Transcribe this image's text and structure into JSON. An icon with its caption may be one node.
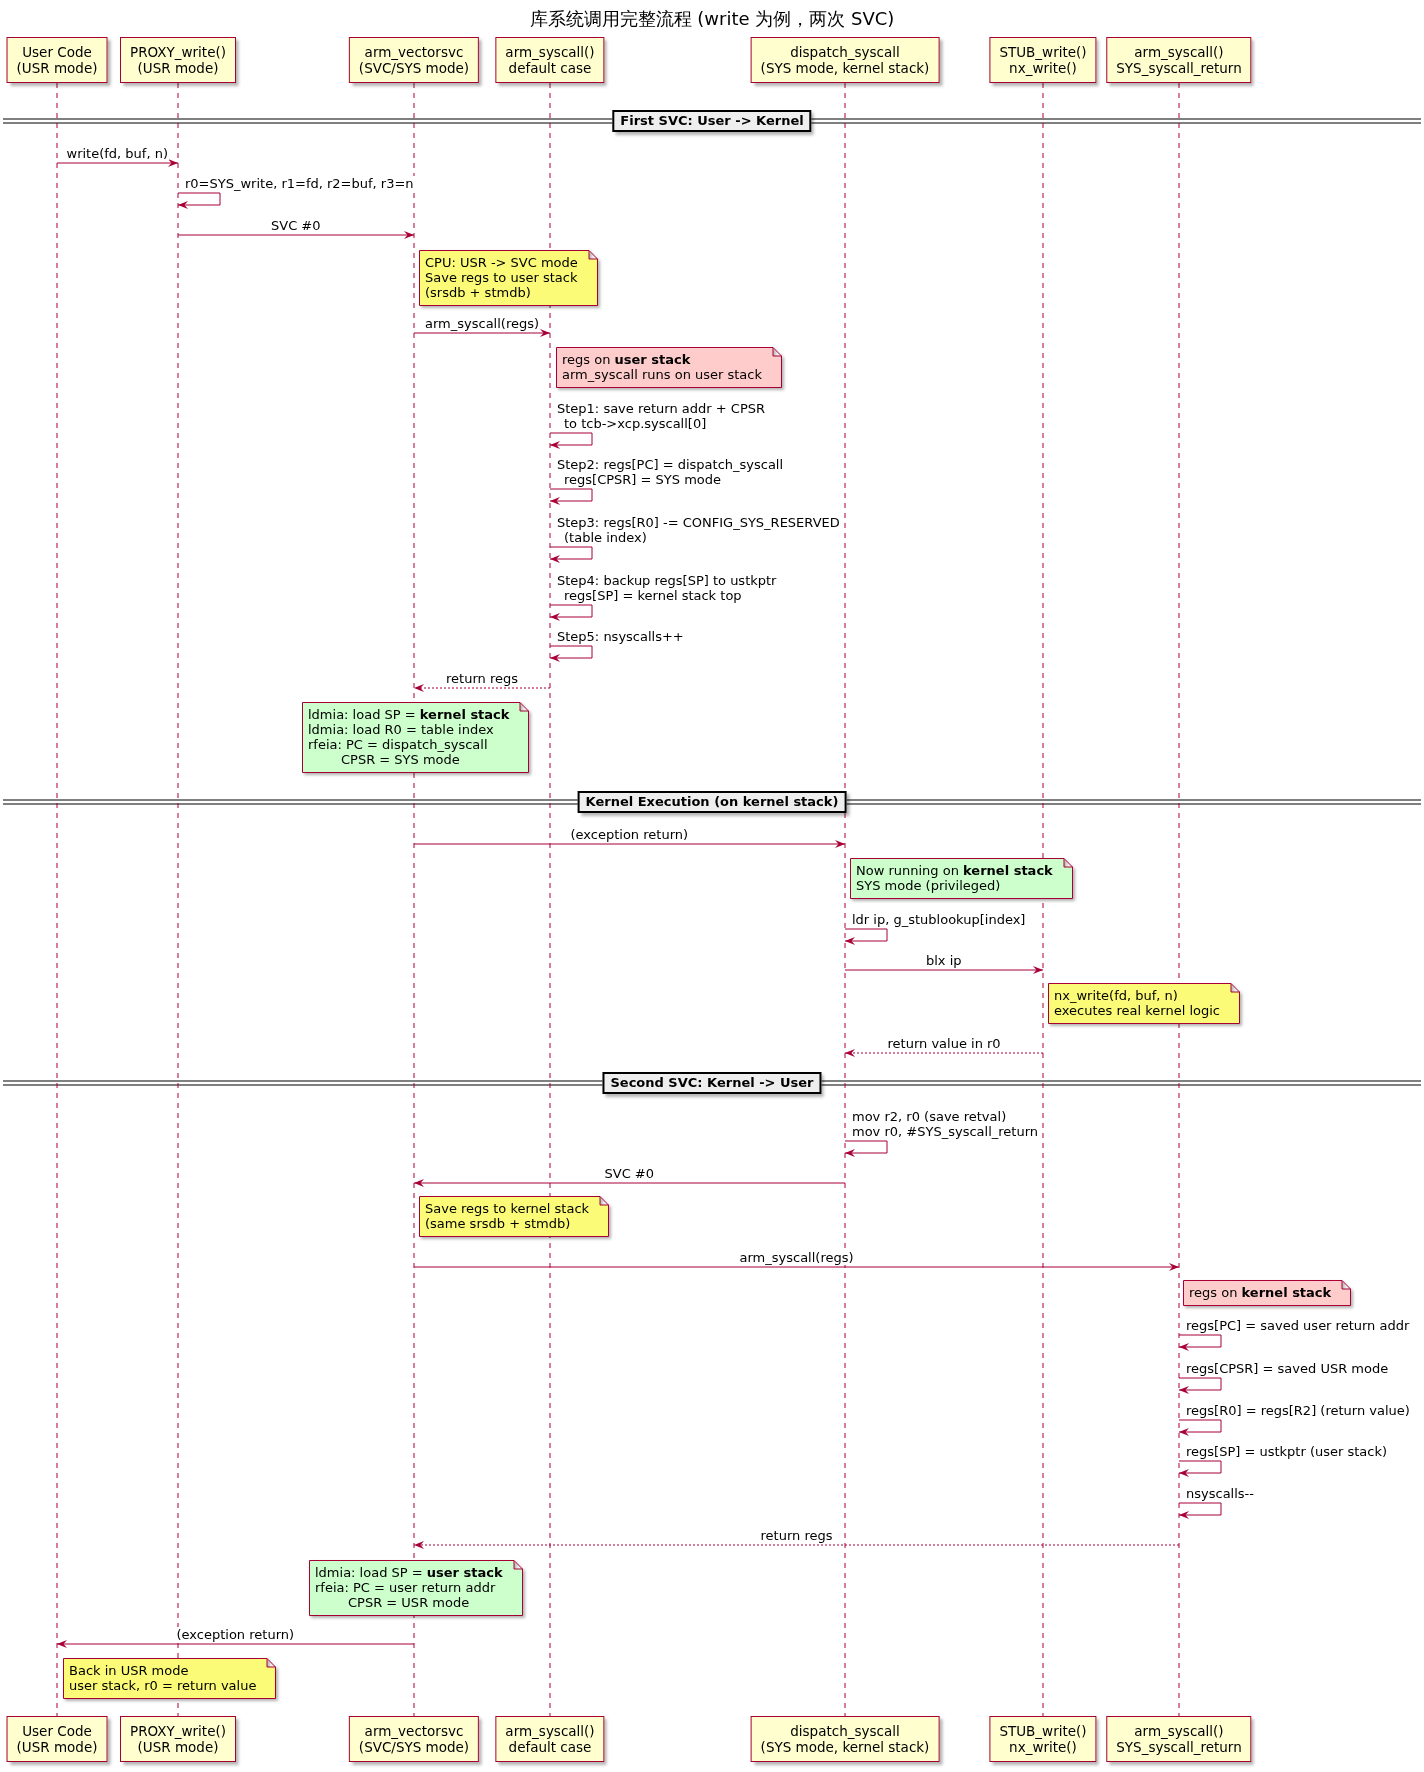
{
  "diagram": {
    "title": "库系统调用完整流程 (write 为例，两次 SVC)",
    "nodes": [
      {
        "text": [
          "User Code",
          "(USR mode)"
        ]
      },
      {
        "text": [
          "PROXY_write()",
          "(USR mode)"
        ]
      },
      {
        "text": [
          "arm_vectorsvc",
          "(SVC/SYS mode)"
        ]
      },
      {
        "text": [
          "arm_syscall()",
          "default case"
        ]
      },
      {
        "text": [
          "dispatch_syscall",
          "(SYS mode, kernel stack)"
        ]
      },
      {
        "text": [
          "STUB_write()",
          "nx_write()"
        ]
      },
      {
        "text": [
          "arm_syscall()",
          "SYS_syscall_return"
        ]
      },
      {
        "text": [],
        "shape": "line"
      },
      {
        "text": [],
        "shape": "line"
      },
      {
        "text": [],
        "shape": "line"
      },
      {
        "text": [],
        "shape": "line"
      },
      {
        "text": [],
        "shape": "line"
      },
      {
        "text": [],
        "shape": "line"
      },
      {
        "text": [],
        "shape": "line"
      },
      {
        "text": [
          "First SVC: User -> Kernel"
        ]
      },
      {
        "text": [
          "CPU: USR -> SVC mode",
          "Save regs to user stack",
          "(srsdb + stmdb)"
        ]
      },
      {
        "text": [
          "regs on **user stack**",
          "arm_syscall runs on user stack"
        ]
      },
      {
        "text": [
          "ldmia: load SP = **kernel stack**",
          "ldmia: load R0 = table index",
          "rfeia: PC = dispatch_syscall",
          "CPSR = SYS mode"
        ]
      },
      {
        "text": [
          "Kernel Execution (on kernel stack)"
        ]
      },
      {
        "text": [
          "Now running on **kernel stack**",
          "SYS mode (privileged)"
        ]
      },
      {
        "text": [
          "nx_write(fd, buf, n)",
          "executes real kernel logic"
        ]
      },
      {
        "text": [
          "Second SVC: Kernel -> User"
        ]
      },
      {
        "text": [
          "Save regs to kernel stack",
          "(same srsdb + stmdb)"
        ]
      },
      {
        "text": [
          "regs on **kernel stack**"
        ]
      },
      {
        "text": [
          "ldmia: load SP = **user stack**",
          "rfeia: PC = user return addr",
          "CPSR = USR mode"
        ]
      },
      {
        "text": [
          "Back in USR mode",
          "user stack, r0 = return value"
        ]
      },
      {
        "text": [
          "User Code",
          "(USR mode)"
        ]
      },
      {
        "text": [
          "PROXY_write()",
          "(USR mode)"
        ]
      },
      {
        "text": [
          "arm_vectorsvc",
          "(SVC/SYS mode)"
        ]
      },
      {
        "text": [
          "arm_syscall()",
          "default case"
        ]
      },
      {
        "text": [
          "dispatch_syscall",
          "(SYS mode, kernel stack)"
        ]
      },
      {
        "text": [
          "STUB_write()",
          "nx_write()"
        ]
      },
      {
        "text": [
          "arm_syscall()",
          "SYS_syscall_return"
        ]
      }
    ],
    "edges": [
      {
        "from": 7,
        "to": 8,
        "arrow": "to",
        "label": "write(fd, buf, n)"
      },
      {
        "from": 8,
        "to": 8,
        "arrow": "to",
        "label": "r0=SYS_write, r1=fd, r2=buf, r3=n"
      },
      {
        "from": 8,
        "to": 9,
        "arrow": "to",
        "label": "SVC #0"
      },
      {
        "from": 9,
        "to": 10,
        "arrow": "to",
        "label": "arm_syscall(regs)"
      },
      {
        "from": 10,
        "to": 10,
        "arrow": "to",
        "label": "Step1: save return addr + CPSR to tcb->xcp.syscall[0]"
      },
      {
        "from": 10,
        "to": 10,
        "arrow": "to",
        "label": "Step2: regs[PC] = dispatch_syscall regs[CPSR] = SYS mode"
      },
      {
        "from": 10,
        "to": 10,
        "arrow": "to",
        "label": "Step3: regs[R0] -= CONFIG_SYS_RESERVED (table index)"
      },
      {
        "from": 10,
        "to": 10,
        "arrow": "to",
        "label": "Step4: backup regs[SP] to ustkptr regs[SP] = kernel stack top"
      },
      {
        "from": 10,
        "to": 10,
        "arrow": "to",
        "label": "Step5: nsyscalls++"
      },
      {
        "from": 10,
        "to": 9,
        "arrow": "to",
        "label": "return regs",
        "style": "dashed"
      },
      {
        "from": 9,
        "to": 11,
        "arrow": "to",
        "label": "(exception return)"
      },
      {
        "from": 11,
        "to": 11,
        "arrow": "to",
        "label": "ldr ip, g_stublookup[index]"
      },
      {
        "from": 11,
        "to": 12,
        "arrow": "to",
        "label": "blx ip"
      },
      {
        "from": 12,
        "to": 11,
        "arrow": "to",
        "label": "return value in r0",
        "style": "dashed"
      },
      {
        "from": 11,
        "to": 11,
        "arrow": "to",
        "label": "mov r2, r0 (save retval) mov r0, #SYS_syscall_return"
      },
      {
        "from": 11,
        "to": 9,
        "arrow": "to",
        "label": "SVC #0"
      },
      {
        "from": 9,
        "to": 13,
        "arrow": "to",
        "label": "arm_syscall(regs)"
      },
      {
        "from": 13,
        "to": 13,
        "arrow": "to",
        "label": "regs[PC] = saved user return addr"
      },
      {
        "from": 13,
        "to": 13,
        "arrow": "to",
        "label": "regs[CPSR] = saved USR mode"
      },
      {
        "from": 13,
        "to": 13,
        "arrow": "to",
        "label": "regs[R0] = regs[R2] (return value)"
      },
      {
        "from": 13,
        "to": 13,
        "arrow": "to",
        "label": "regs[SP] = ustkptr (user stack)"
      },
      {
        "from": 13,
        "to": 13,
        "arrow": "to",
        "label": "nsyscalls--"
      },
      {
        "from": 13,
        "to": 9,
        "arrow": "to",
        "label": "return regs",
        "style": "dashed"
      },
      {
        "from": 9,
        "to": 7,
        "arrow": "to",
        "label": "(exception return)"
      }
    ]
  }
}
